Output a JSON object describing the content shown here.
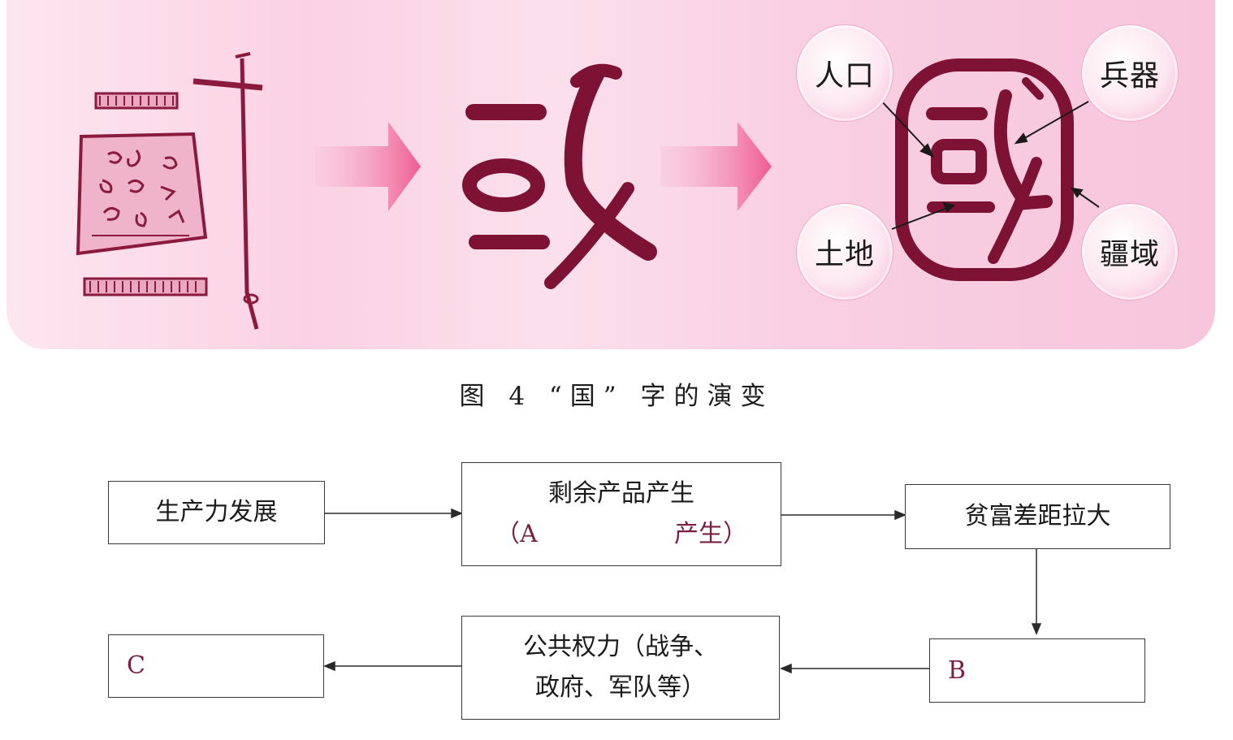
{
  "figure": {
    "bubbles": {
      "top_left": "人口",
      "top_right": "兵器",
      "bottom_left": "土地",
      "bottom_right": "疆域"
    },
    "colors": {
      "banner_pink": "#f9d0e2",
      "arrow_pink": "#f26c9a",
      "glyph_red": "#7d1235"
    },
    "caption": "图 4 “国” 字的演变"
  },
  "flow": {
    "productivity": "生产力发展",
    "surplus_line1": "剩余产品产生",
    "surplus_open": "（A",
    "surplus_blank_close": "产生）",
    "wealth_gap": "贫富差距拉大",
    "b_label": "B",
    "power_line1": "公共权力（战争、",
    "power_line2": "政府、军队等）",
    "c_label": "C"
  }
}
